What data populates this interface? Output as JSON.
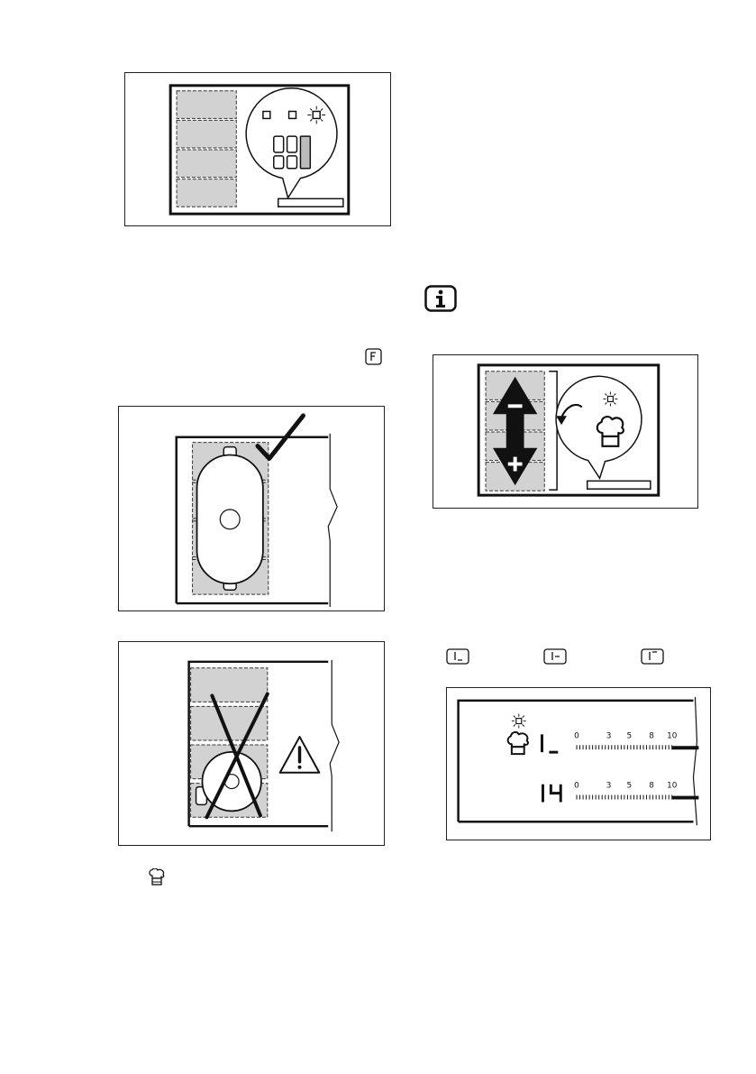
{
  "page": {
    "background": "#ffffff",
    "zone_fill": "#d2d2d2",
    "line_color": "#111111"
  },
  "icons": {
    "info": "info-icon",
    "function_key": "f-key-icon",
    "chef_hat": "chef-hat-icon",
    "warning": "warning-triangle-icon"
  },
  "level_icons": [
    "level-1-low-icon",
    "level-1-mid-icon",
    "level-1-high-icon"
  ],
  "figure_display": {
    "ticks": [
      "0",
      "3",
      "5",
      "8",
      "10"
    ],
    "row1_symbol": "chef-hat-icon",
    "row2_symbol": "digits-14-icon"
  }
}
